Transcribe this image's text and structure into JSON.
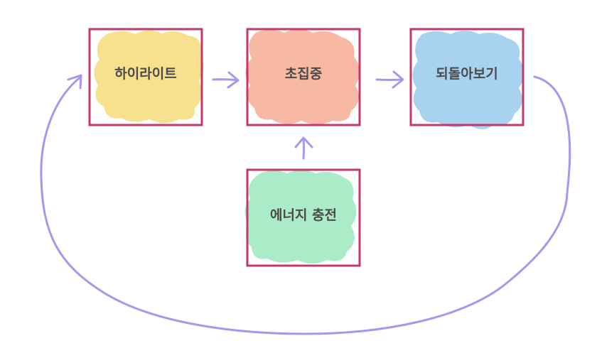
{
  "diagram": {
    "nodes": [
      {
        "id": "highlight",
        "label": "하이라이트",
        "color": "#f7e08e"
      },
      {
        "id": "focus",
        "label": "초집중",
        "color": "#f8b9a4"
      },
      {
        "id": "reflect",
        "label": "되돌아보기",
        "color": "#a9d2ef"
      },
      {
        "id": "recharge",
        "label": "에너지 충전",
        "color": "#a9ecc7"
      }
    ],
    "edges": [
      {
        "from": "highlight",
        "to": "focus"
      },
      {
        "from": "focus",
        "to": "reflect"
      },
      {
        "from": "recharge",
        "to": "focus"
      },
      {
        "from": "reflect",
        "to": "highlight"
      }
    ],
    "frame_color": "#c2386a",
    "arrow_color": "#a897ec"
  }
}
